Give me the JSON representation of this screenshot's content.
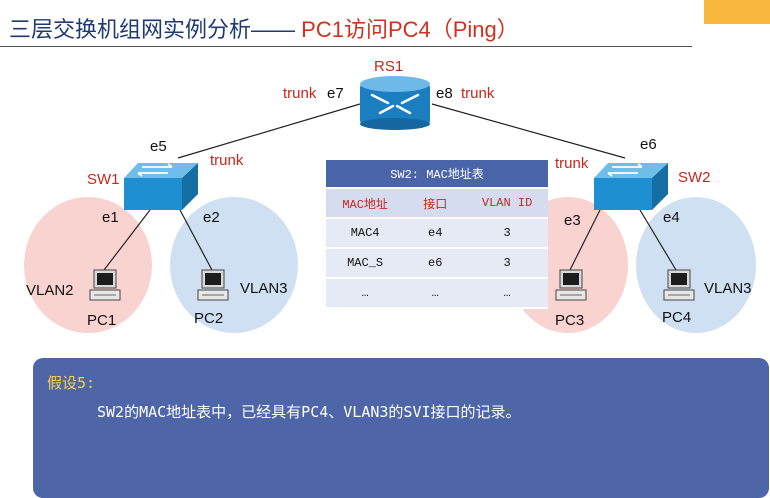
{
  "title": {
    "main": "三层交换机组网实例分析",
    "dash": "——",
    "sub": "PC1访问PC4（Ping）"
  },
  "router": {
    "name": "RS1",
    "port_left": "e7",
    "port_right": "e8",
    "trunk_left": "trunk",
    "trunk_right": "trunk"
  },
  "sw1": {
    "name": "SW1",
    "uplink_port": "e5",
    "trunk": "trunk",
    "port_pc1": "e1",
    "port_pc2": "e2"
  },
  "sw2": {
    "name": "SW2",
    "uplink_port": "e6",
    "trunk": "trunk",
    "port_pc3": "e3",
    "port_pc4": "e4"
  },
  "hosts": {
    "pc1": {
      "name": "PC1",
      "vlan": "VLAN2"
    },
    "pc2": {
      "name": "PC2",
      "vlan": "VLAN3"
    },
    "pc3": {
      "name": "PC3"
    },
    "pc4": {
      "name": "PC4",
      "vlan": "VLAN3"
    }
  },
  "mac_table": {
    "caption": "SW2: MAC地址表",
    "headers": [
      "MAC地址",
      "接口",
      "VLAN ID"
    ],
    "rows": [
      [
        "MAC4",
        "e4",
        "3"
      ],
      [
        "MAC_S",
        "e6",
        "3"
      ],
      [
        "…",
        "…",
        "…"
      ]
    ]
  },
  "note": {
    "heading": "假设5:",
    "text": "SW2的MAC地址表中，已经具有PC4、VLAN3的SVI接口的记录。"
  },
  "colors": {
    "title": "#1f3a73",
    "accent_red": "#c8261b",
    "vlan2_zone": "#f9d3d0",
    "vlan3_zone": "#cfe0f3",
    "switch": "#1e8fd0",
    "note_bg": "#4e66a8",
    "note_heading": "#f5d24a"
  },
  "icons": [
    "router-icon",
    "switch-icon",
    "pc-icon"
  ]
}
